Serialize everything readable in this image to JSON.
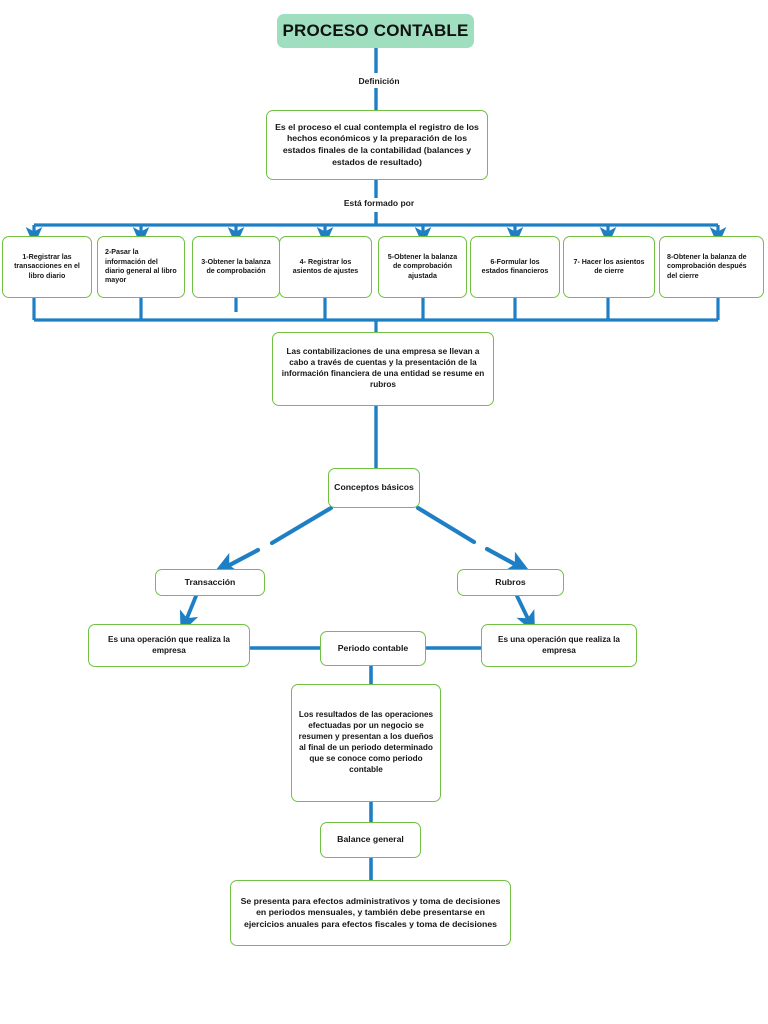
{
  "diagram": {
    "title": "PROCESO CONTABLE",
    "theme": {
      "title_fill": "#9fdfc0",
      "node_border": "#72c043",
      "connector": "#1f7fc4",
      "background": "#ffffff",
      "text": "#161616"
    },
    "edge_labels": {
      "definicion": "Definición",
      "esta_formado_por": "Está formado por"
    },
    "definition": "Es el proceso el cual contempla el registro de los hechos económicos y la preparación de los estados finales de la contabilidad (balances y estados de resultado)",
    "steps": [
      "1-Registrar las transacciones en el libro diario",
      "2-Pasar la información del diario general al libro mayor",
      "3-Obtener la balanza de comprobación",
      "4- Registrar los asientos de ajustes",
      "5-Obtener la balanza de comprobación ajustada",
      "6-Formular los estados financieros",
      "7- Hacer los asientos de cierre",
      "8-Obtener la balanza de comprobación después del cierre"
    ],
    "summary": "Las contabilizaciones de una empresa se llevan a cabo a través de cuentas y la presentación de la información financiera de una entidad se resume en rubros",
    "conceptos_basicos": "Conceptos básicos",
    "transaccion": "Transacción",
    "rubros": "Rubros",
    "transaccion_def": "Es una operación que realiza la empresa",
    "rubros_def": "Es una operación que realiza la empresa",
    "periodo_contable": "Periodo contable",
    "periodo_contable_def": "Los resultados de las operaciones efectuadas por un negocio se resumen y presentan a los dueños al final de un periodo determinado que se conoce como periodo contable",
    "balance_general": "Balance general",
    "balance_general_def": "Se presenta para efectos administrativos y toma de decisiones en periodos mensuales, y también debe presentarse en ejercicios anuales para efectos fiscales y toma de decisiones"
  }
}
